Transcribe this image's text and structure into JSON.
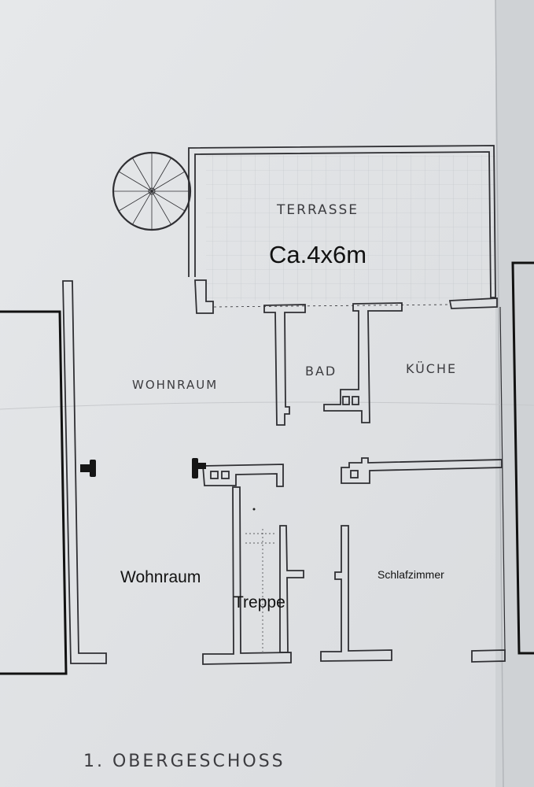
{
  "labels": {
    "terrace": "TERRASSE",
    "terrace_size": "Ca.4x6m",
    "living_upper": "WOHNRAUM",
    "bath": "BAD",
    "kitchen": "KÜCHE",
    "living_lower": "Wohnraum",
    "stairs": "Treppe",
    "bedroom": "Schlafzimmer",
    "floor_title": "1. OBERGESCHOSS"
  },
  "colors": {
    "paper": "#e4e6e8",
    "paper_shade": "#d6d8db",
    "ink": "#2f2f33",
    "marker": "#111111",
    "text_dark": "#111111"
  }
}
